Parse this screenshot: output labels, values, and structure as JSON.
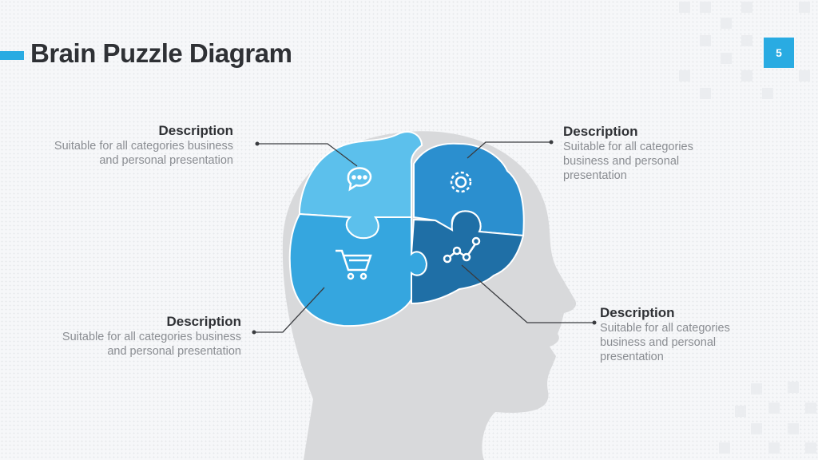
{
  "header": {
    "title": "Brain Puzzle Diagram",
    "page_number": "5"
  },
  "colors": {
    "accent": "#29abe2",
    "piece_top_left": "#5cc0ec",
    "piece_top_right": "#2b8fcf",
    "piece_bottom_left": "#35a6df",
    "piece_bottom_right": "#1f6fa6",
    "head": "#d8d9db"
  },
  "blocks": [
    {
      "title": "Description",
      "text": "Suitable for all categories business and personal presentation",
      "icon": "chat-bubble-icon"
    },
    {
      "title": "Description",
      "text": "Suitable for all categories business and personal presentation",
      "icon": "gear-icon"
    },
    {
      "title": "Description",
      "text": "Suitable for all categories business and personal presentation",
      "icon": "shopping-cart-icon"
    },
    {
      "title": "Description",
      "text": "Suitable for all categories business and personal presentation",
      "icon": "network-nodes-icon"
    }
  ]
}
